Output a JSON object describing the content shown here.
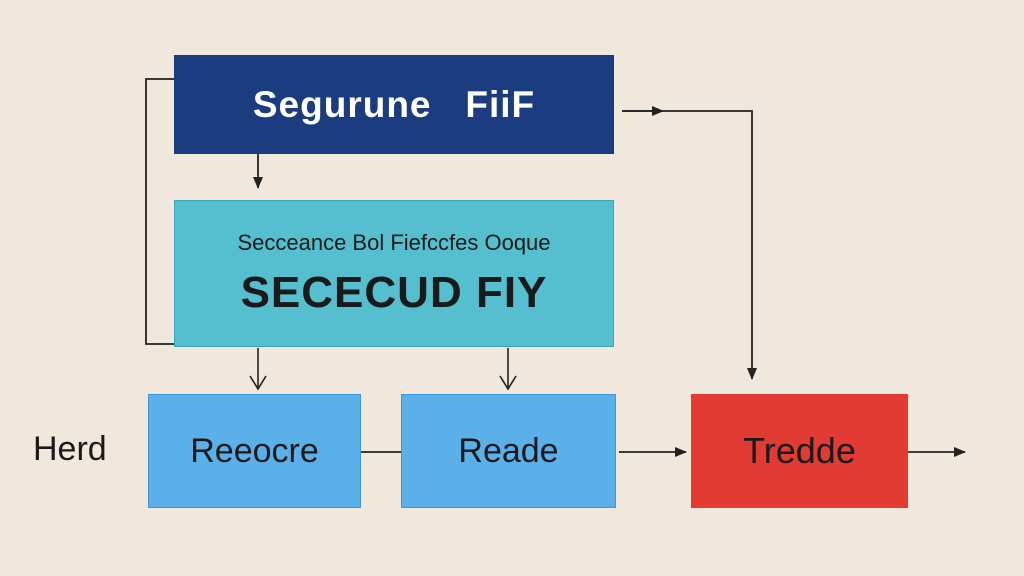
{
  "diagram": {
    "top_box": {
      "label": "Segurune   FiiF"
    },
    "middle_box": {
      "subtitle": "Secceance Bol Fiefccfes Ooque",
      "title": "SECECUD FIY"
    },
    "bottom_boxes": [
      {
        "label": "Reeocre"
      },
      {
        "label": "Reade"
      }
    ],
    "output_box": {
      "label": "Tredde"
    },
    "side_label": "Herd"
  },
  "colors": {
    "background": "#f0e7dd",
    "top_box": "#1b3c7e",
    "middle_box": "#56bfcf",
    "bottom_boxes": "#5cb0ea",
    "output_box": "#e23b33",
    "connector": "#222222"
  }
}
